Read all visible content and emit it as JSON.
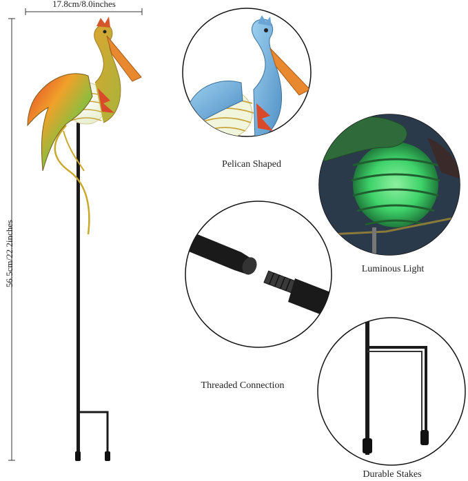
{
  "dimensions": {
    "width_label": "17.8cm/8.0inches",
    "height_label": "56.5cm/22.2inches"
  },
  "features": [
    {
      "caption": "Pelican Shaped"
    },
    {
      "caption": "Luminous Light"
    },
    {
      "caption": "Threaded Connection"
    },
    {
      "caption": "Durable Stakes"
    }
  ],
  "colors": {
    "stake": "#1a1a1a",
    "glow": "#3fd36a",
    "beak": "#e8892f",
    "blue_bird": "#7fb7de",
    "rainbow_wing": "#58b14a"
  }
}
